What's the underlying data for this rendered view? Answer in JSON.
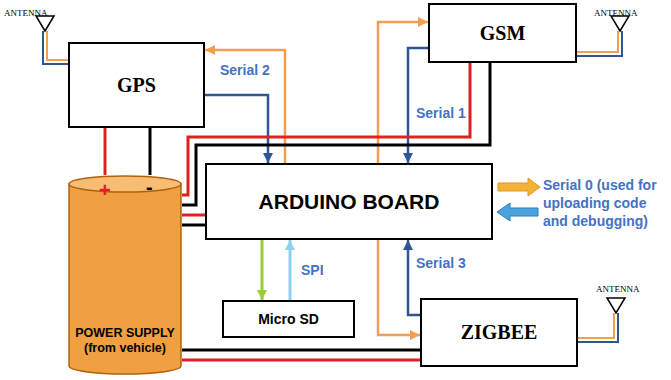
{
  "diagram": {
    "nodes": [
      {
        "text": [
          "GPS"
        ]
      },
      {
        "text": [
          "GSM"
        ]
      },
      {
        "text": [
          "ARDUINO BOARD"
        ]
      },
      {
        "text": [
          "POWER SUPPLY (from vehicle)"
        ]
      },
      {
        "text": [
          "Micro SD"
        ]
      },
      {
        "text": [
          "ZIGBEE"
        ]
      }
    ],
    "edges": [
      {
        "from": 0,
        "to": 2,
        "arrow": "to",
        "label": "Serial 2"
      },
      {
        "from": 2,
        "to": 0,
        "arrow": "to"
      },
      {
        "from": 1,
        "to": 2,
        "arrow": "to",
        "label": "Serial 1"
      },
      {
        "from": 2,
        "to": 1,
        "arrow": "to"
      },
      {
        "from": 2,
        "to": 4,
        "arrow": "to"
      },
      {
        "from": 4,
        "to": 2,
        "arrow": "to",
        "label": "SPI"
      },
      {
        "from": 5,
        "to": 2,
        "arrow": "to",
        "label": "Serial 3"
      },
      {
        "from": 2,
        "to": 5,
        "arrow": "to"
      },
      {
        "from": 3,
        "to": 0,
        "arrow": "none"
      },
      {
        "from": 3,
        "to": 0,
        "arrow": "none"
      },
      {
        "from": 3,
        "to": 1,
        "arrow": "none"
      },
      {
        "from": 3,
        "to": 1,
        "arrow": "none"
      },
      {
        "from": 3,
        "to": 2,
        "arrow": "none"
      },
      {
        "from": 3,
        "to": 2,
        "arrow": "none"
      },
      {
        "from": 3,
        "to": 5,
        "arrow": "none"
      },
      {
        "from": 3,
        "to": 5,
        "arrow": "none"
      }
    ],
    "labels": [
      "ANTENNA",
      "ANTENNA",
      "Serial 0 (used for uploading code and debugging)",
      "+",
      "-",
      "ANTENNA"
    ]
  }
}
